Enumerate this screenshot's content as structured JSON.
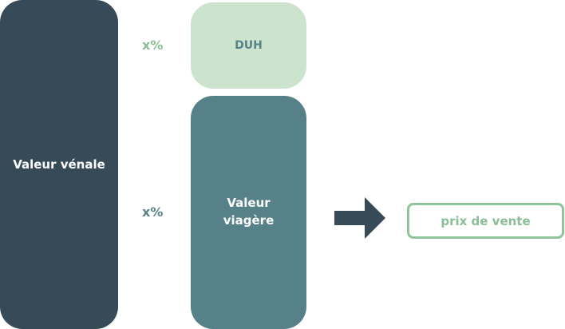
{
  "boxes": {
    "valeur_venale": "Valeur vénale",
    "duh": "DUH",
    "valeur_viagere_line1": "Valeur",
    "valeur_viagere_line2": "viagère",
    "prix_de_vente": "prix de vente"
  },
  "percent_labels": {
    "top": "x%",
    "bottom": "x%"
  },
  "colors": {
    "dark_navy": "#364a58",
    "teal": "#578188",
    "light_green": "#cce3ce",
    "green_accent": "#8bbd97",
    "teal_text": "#5a8289"
  },
  "icons": {
    "arrow": "right-arrow-icon"
  }
}
